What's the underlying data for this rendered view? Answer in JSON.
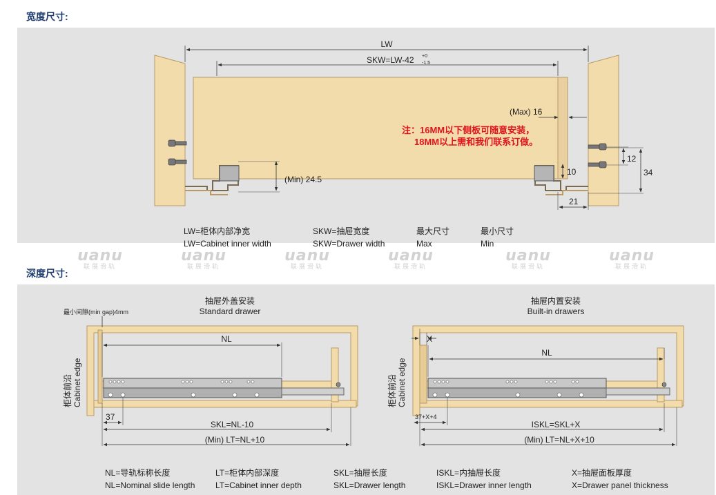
{
  "titles": {
    "width": "宽度尺寸:",
    "depth": "深度尺寸:"
  },
  "width_diagram": {
    "lw": "LW",
    "skw": "SKW=LW-42",
    "tol_plus": "+0",
    "tol_minus": "-1.5",
    "max16": "(Max) 16",
    "note_line1": "注：16MM以下侧板可随意安装，",
    "note_line2": "18MM以上需和我们联系订做。",
    "min245": "(Min) 24.5",
    "d10": "10",
    "d12": "12",
    "d34": "34",
    "d21": "21",
    "legend": [
      {
        "zh": "LW=柜体内部净宽",
        "en": "LW=Cabinet inner width"
      },
      {
        "zh": "SKW=抽屉宽度",
        "en": "SKW=Drawer width"
      },
      {
        "zh": "最大尺寸",
        "en": "Max"
      },
      {
        "zh": "最小尺寸",
        "en": "Min"
      }
    ]
  },
  "watermark": {
    "brand": "uanu",
    "sub": "联展滑轨"
  },
  "depth_left": {
    "min_gap": "最小间隙(min gap)4mm",
    "title_zh": "抽屉外盖安装",
    "title_en": "Standard drawer",
    "nl": "NL",
    "d37": "37",
    "skl": "SKL=NL-10",
    "lt": "(Min) LT=NL+10",
    "edge_zh": "柜体前沿",
    "edge_en": "Cabinet edge"
  },
  "depth_right": {
    "title_zh": "抽屉内置安装",
    "title_en": "Built-in drawers",
    "x": "X",
    "nl": "NL",
    "d37x4": "37+X+4",
    "iskl": "ISKL=SKL+X",
    "lt": "(Min) LT=NL+X+10",
    "edge_zh": "柜体前沿",
    "edge_en": "Cabinet edge"
  },
  "bottom_legend": [
    {
      "zh": "NL=导轨标称长度",
      "en": "NL=Nominal slide length"
    },
    {
      "zh": "LT=柜体内部深度",
      "en": "LT=Cabinet inner depth"
    },
    {
      "zh": "SKL=抽屉长度",
      "en": "SKL=Drawer length"
    },
    {
      "zh": "ISKL=内抽屉长度",
      "en": "ISKL=Drawer inner length"
    },
    {
      "zh": "X=抽屉面板厚度",
      "en": "X=Drawer panel thickness"
    }
  ],
  "colors": {
    "wood": "#f3dcab",
    "wood_edge": "#b89a66",
    "rail": "#b0b0b0",
    "note": "#e0141c",
    "title": "#1f3d6e",
    "panel": "#e3e3e3"
  }
}
